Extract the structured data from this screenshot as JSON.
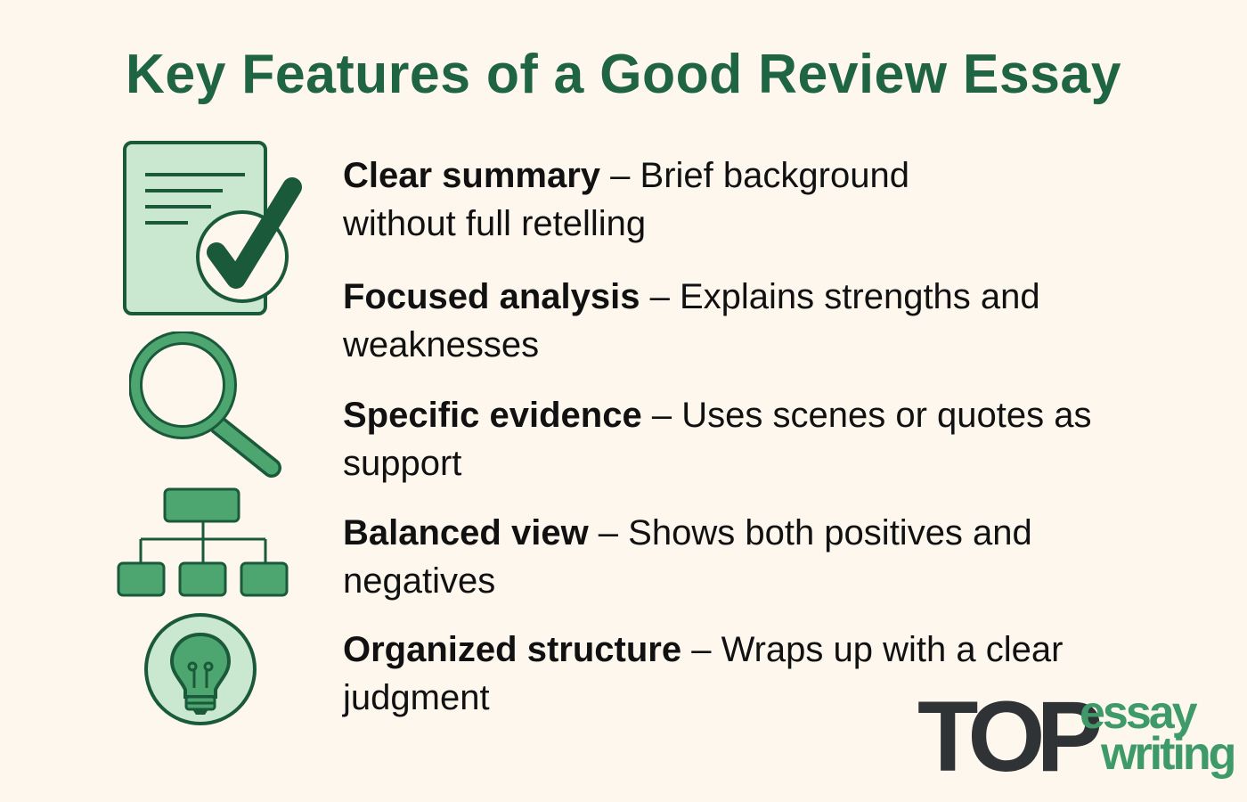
{
  "title": "Key Features of a Good Review Essay",
  "colors": {
    "background": "#fdf7ee",
    "title": "#1f6443",
    "icon_dark": "#1a5a3a",
    "icon_mid": "#4da56f",
    "icon_light": "#c9e8cf",
    "logo_dark": "#2f3335",
    "logo_green": "#3e9a68"
  },
  "features": [
    {
      "term": "Clear summary",
      "separator": " – ",
      "description": "Brief background",
      "description_2": "without full retelling",
      "icon": "document-check-icon"
    },
    {
      "term": "Focused analysis",
      "separator": " – ",
      "description": "Explains strengths and",
      "description_2": "weaknesses",
      "icon": "magnifying-glass-icon"
    },
    {
      "term": "Specific evidence",
      "separator": " – ",
      "description": "Uses scenes or quotes as",
      "description_2": "support",
      "icon": "hierarchy-icon"
    },
    {
      "term": "Balanced view",
      "separator": " – ",
      "description": "Shows both positives and",
      "description_2": "negatives",
      "icon": "hierarchy-icon"
    },
    {
      "term": "Organized structure",
      "separator": " – ",
      "description": "Wraps up with a clear",
      "description_2": "judgment",
      "icon": "lightbulb-icon"
    }
  ],
  "logo": {
    "top": "TOP",
    "essay": "essay",
    "writing": "writing"
  }
}
